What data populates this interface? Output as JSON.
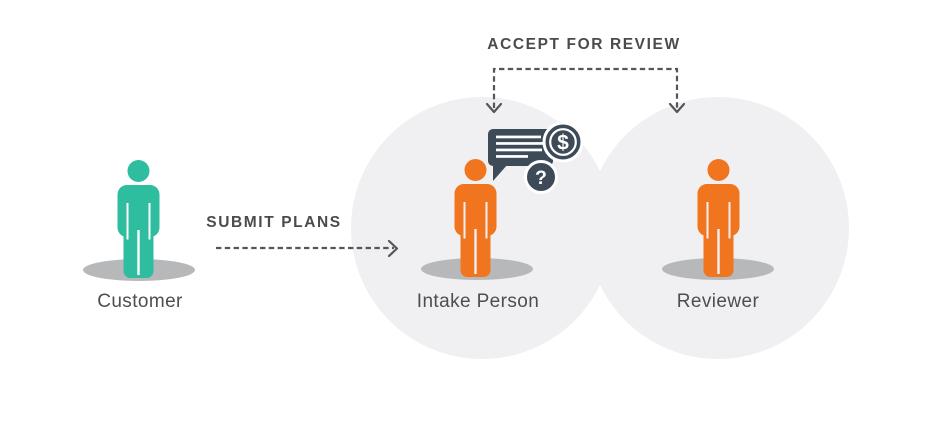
{
  "colors": {
    "teal": "#2fbd9f",
    "orange": "#f1741e",
    "slate": "#3d4b59",
    "circle-bg": "#f0f0f2",
    "shadow": "#b6b8ba",
    "heading-text": "#4a4b4d",
    "label-text": "#4d4e50",
    "arrow": "#55565a"
  },
  "actors": [
    {
      "label": "Customer",
      "color": "teal"
    },
    {
      "label": "Intake Person",
      "color": "orange"
    },
    {
      "label": "Reviewer",
      "color": "orange"
    }
  ],
  "flows": {
    "submit": {
      "label": "SUBMIT PLANS",
      "from": "Customer",
      "to": "Intake Person",
      "style": "dashed-arrow-right"
    },
    "accept": {
      "label": "ACCEPT FOR REVIEW",
      "from": "Intake Person",
      "to": "Reviewer",
      "style": "dashed-bracket-down"
    }
  },
  "icons": {
    "chat_bubble": "speech-bubble-with-text-lines",
    "dollar_glyph": "$",
    "question_glyph": "?"
  }
}
